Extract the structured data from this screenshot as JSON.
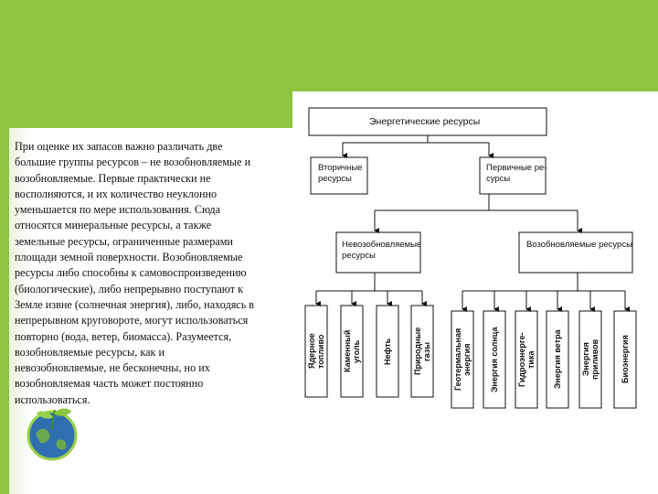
{
  "slide": {
    "body_text": "При оценке их запасов важно различать две\nбольшие группы ресурсов – не возобновляемые и\nвозобновляемые. Первые практически не\nвосполняются, и их количество неуклонно\nуменьшается по мере использования. Сюда\nотносятся минеральные ресурсы, а также\nземельные ресурсы, ограниченные размерами\nплощади земной поверхности. Возобновляемые\nресурсы либо способны к самовоспроизведению\n(биологические), либо непрерывно поступают к\nЗемле извне (солнечная энергия), либо, находясь в\nнепрерывном круговороте, могут использоваться\nповторно (вода, ветер, биомасса). Разумеется,\nвозобновляемые ресурсы, как и\nневозобновляемые, не бесконечны, но их\nвозобновляемая часть может постоянно\nиспользоваться."
  },
  "diagram": {
    "root": "Энергетические ресурсы",
    "secondary": "Вторичные\nресурсы",
    "primary": "Первичные ре-\nсурсы",
    "nonrenewable": "Невозобновляемые\nресурсы",
    "renewable": "Возобновляемые ресурсы",
    "nonrenewable_items": [
      "Ядерное\nтопливо",
      "Каменный\nуголь",
      "Нефть",
      "Природные\nгазы"
    ],
    "renewable_items": [
      "Геотермальная\nэнергия",
      "Энергия солнца",
      "Гидроэнерге-\nтика",
      "Энергия ветра",
      "Энергия\nприливов",
      "Биоэнергия"
    ]
  }
}
